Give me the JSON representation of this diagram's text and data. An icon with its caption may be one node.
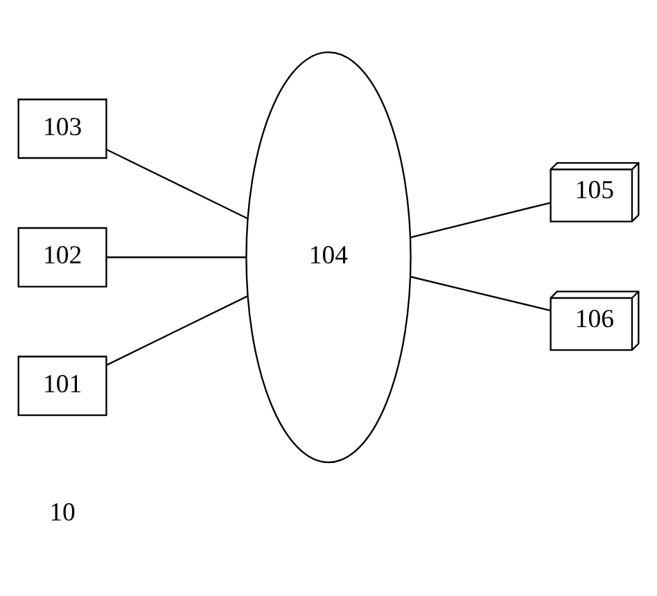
{
  "diagram": {
    "nodes": [
      {
        "text": [
          "103"
        ]
      },
      {
        "text": [
          "102"
        ]
      },
      {
        "text": [
          "101"
        ]
      },
      {
        "text": [
          "104"
        ]
      },
      {
        "text": [
          "105"
        ]
      },
      {
        "text": [
          "106"
        ]
      }
    ],
    "edges": [
      {
        "from": 0,
        "to": 3,
        "arrow": "none"
      },
      {
        "from": 1,
        "to": 3,
        "arrow": "none"
      },
      {
        "from": 2,
        "to": 3,
        "arrow": "none"
      },
      {
        "from": 3,
        "to": 4,
        "arrow": "none"
      },
      {
        "from": 3,
        "to": 5,
        "arrow": "none"
      }
    ],
    "labels": [
      "10"
    ]
  }
}
